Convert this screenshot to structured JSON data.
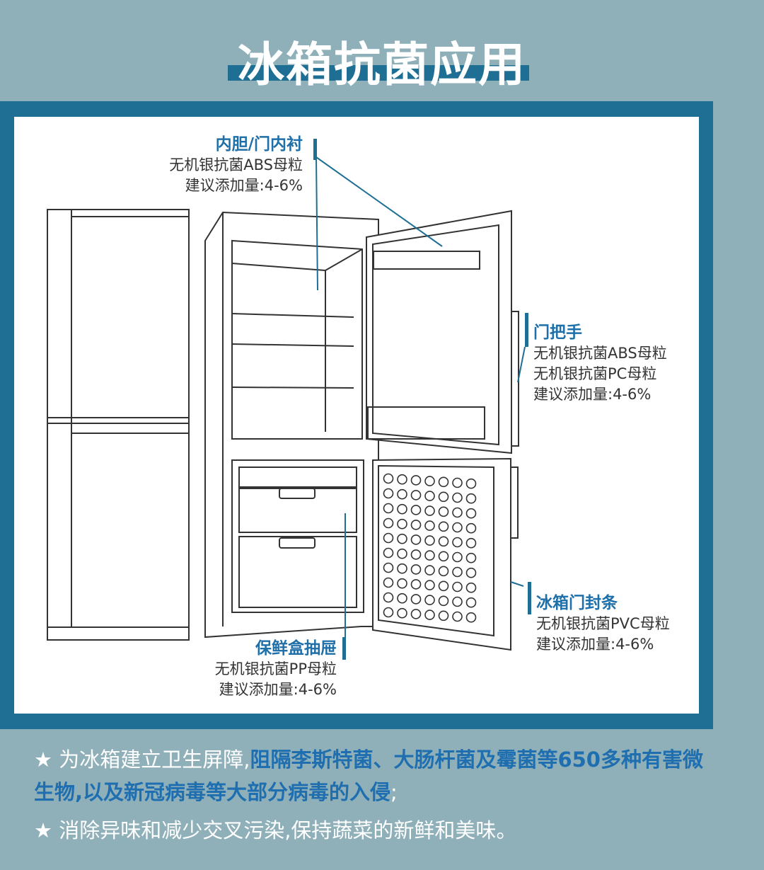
{
  "title": "冰箱抗菌应用",
  "labels": {
    "liner": {
      "heading": "内胆/门内衬",
      "lines": [
        "无机银抗菌ABS母粒",
        "建议添加量:4-6%"
      ]
    },
    "handle": {
      "heading": "门把手",
      "lines": [
        "无机银抗菌ABS母粒",
        "无机银抗菌PC母粒",
        "建议添加量:4-6%"
      ]
    },
    "seal": {
      "heading": "冰箱门封条",
      "lines": [
        "无机银抗菌PVC母粒",
        "建议添加量:4-6%"
      ]
    },
    "drawer": {
      "heading": "保鲜盒抽屉",
      "lines": [
        "无机银抗菌PP母粒",
        "建议添加量:4-6%"
      ]
    }
  },
  "footer": {
    "star": "★",
    "item1_plain": " 为冰箱建立卫生屏障,",
    "item1_bold": "阻隔李斯特菌、大肠杆菌及霉菌等650多种有害微生物,以及新冠病毒等大部分病毒的入侵",
    "item1_end": ";",
    "item2": " 消除异味和减少交叉污染,保持蔬菜的新鲜和美味。"
  },
  "colors": {
    "background": "#8fb0b9",
    "frame": "#1e6f93",
    "accent": "#1f6fa8"
  }
}
